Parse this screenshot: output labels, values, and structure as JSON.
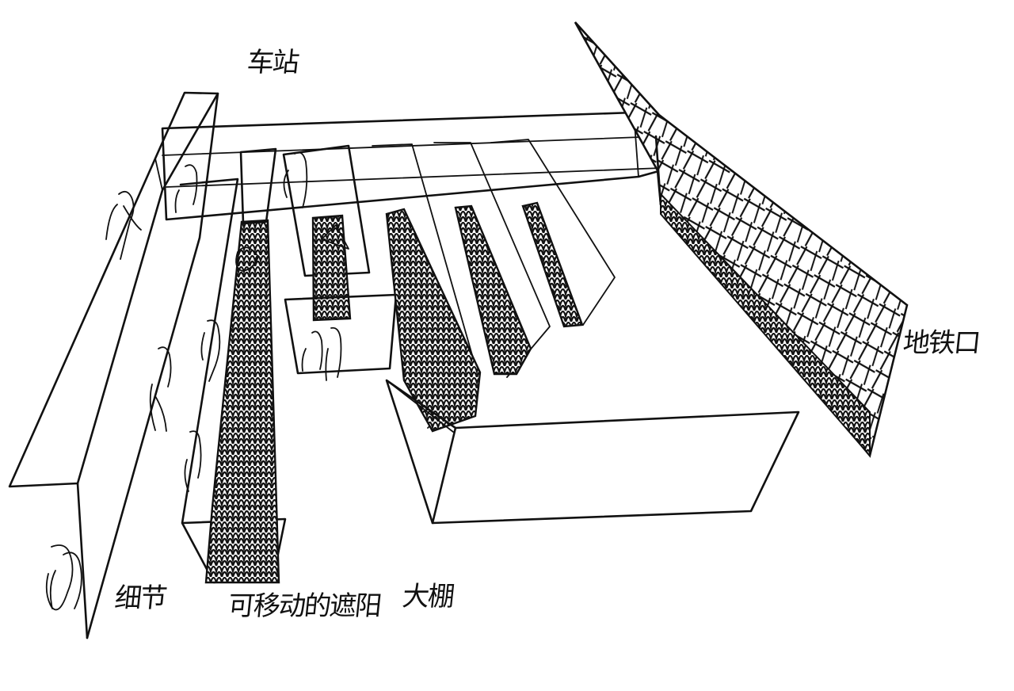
{
  "sketch": {
    "ink_color": "#111111",
    "paper_color": "#ffffff"
  },
  "labels": {
    "top": "车站",
    "right": "地铁口",
    "left": "细节",
    "middle": "可移动的遮阳",
    "bottom": "大棚"
  }
}
